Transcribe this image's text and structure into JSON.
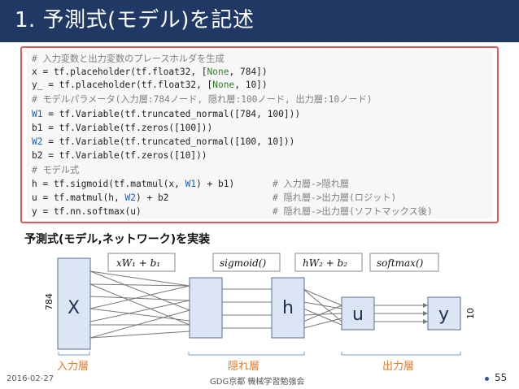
{
  "slide": {
    "title": "1. 予測式(モデル)を記述",
    "subhead": "予測式(モデル,ネットワーク)を実装",
    "footer_date": "2016-02-27",
    "footer_center": "GDG京都 機械学習勉強会",
    "page_number": "55"
  },
  "code": {
    "lines": [
      {
        "comment": "# 入力変数と出力変数のプレースホルダを生成"
      },
      {
        "pre": "x = tf.placeholder(tf.float32, [",
        "kw": "None",
        "post": ", 784])"
      },
      {
        "pre": "y_ = tf.placeholder(tf.float32, [",
        "kw": "None",
        "post": ", 10])"
      },
      {
        "comment": "# モデルパラメータ(入力層:784ノード, 隠れ層:100ノード, 出力層:10ノード)"
      },
      {
        "var": "W1",
        "pre": " = tf.Variable(tf.truncated_normal([784, 100]))"
      },
      {
        "pre": "b1 = tf.Variable(tf.zeros([100]))"
      },
      {
        "var": "W2",
        "pre": " = tf.Variable(tf.truncated_normal([100, 10]))"
      },
      {
        "pre": "b2 = tf.Variable(tf.zeros([10]))"
      },
      {
        "comment": "# モデル式"
      },
      {
        "pre": "h = tf.sigmoid(tf.matmul(x, ",
        "var": "W1",
        "post": ") + b1)",
        "tail": "# 入力層->隠れ層"
      },
      {
        "pre": "u = tf.matmul(h, ",
        "var": "W2",
        "post": ") + b2",
        "tail": "# 隠れ層->出力層(ロジット)"
      },
      {
        "pre": "y = tf.nn.softmax(u)",
        "tail": "# 隠れ層->出力層(ソフトマックス後)"
      }
    ]
  },
  "diagram": {
    "formula1": "xW₁ + b₁",
    "formula2": "sigmoid()",
    "formula3": "hW₂ + b₂",
    "formula4": "softmax()",
    "node_x": "X",
    "node_h": "h",
    "node_u": "u",
    "node_y": "y",
    "left_count": "784",
    "right_count": "10",
    "label_input": "入力層",
    "label_hidden": "隠れ層",
    "label_output": "出力層"
  },
  "colors": {
    "title_bg": "#1f3864",
    "code_border": "#e05a5a",
    "node_fill": "#dbe5f3",
    "layer_label": "#e07a2a"
  }
}
